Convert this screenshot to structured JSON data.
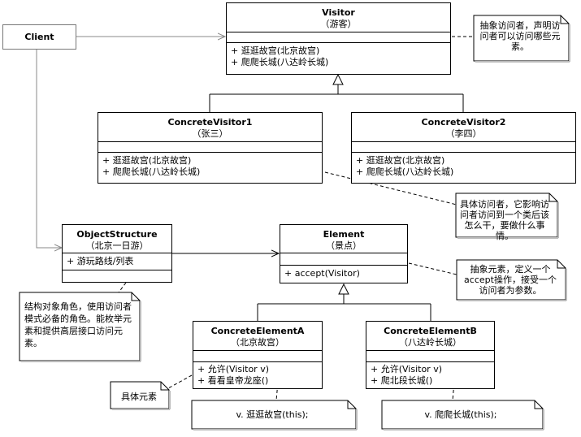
{
  "client": {
    "name": "Client"
  },
  "visitor": {
    "name": "Visitor",
    "sub": "（游客）",
    "ops": [
      "+ 逛逛故宫(北京故宫)",
      "+ 爬爬长城(八达岭长城)"
    ]
  },
  "cv1": {
    "name": "ConcreteVisitor1",
    "sub": "（张三）",
    "ops": [
      "+ 逛逛故宫(北京故宫)",
      "+ 爬爬长城(八达岭长城)"
    ]
  },
  "cv2": {
    "name": "ConcreteVisitor2",
    "sub": "（李四）",
    "ops": [
      "+ 逛逛故宫(北京故宫)",
      "+ 爬爬长城(八达岭长城)"
    ]
  },
  "os": {
    "name": "ObjectStructure",
    "sub": "（北京一日游）",
    "ops": [
      "+ 游玩路线/列表"
    ]
  },
  "element": {
    "name": "Element",
    "sub": "（景点）",
    "ops": [
      "+ accept(Visitor)"
    ]
  },
  "cea": {
    "name": "ConcreteElementA",
    "sub": "（北京故宫）",
    "ops": [
      "+ 允许(Visitor v)",
      "+ 看看皇帝龙座()"
    ]
  },
  "ceb": {
    "name": "ConcreteElementB",
    "sub": "（八达岭长城）",
    "ops": [
      "+ 允许(Visitor v)",
      "+ 爬北段长城()"
    ]
  },
  "notes": {
    "visitor": "抽象访问者，声明访问者可以访问哪些元素。",
    "concrete_visitor": "具体访问者，它影响访问者访问到一个类后该怎么干，要做什么事情。",
    "element": "抽象元素，定义一个accept操作，接受一个访问者为参数。",
    "object_structure": "结构对象角色，使用访问者模式必备的角色。能枚举元素和提供高层接口访问元素。",
    "concrete_element": "具体元素",
    "code_a": "v. 逛逛故宫(this);",
    "code_b": "v. 爬爬长城(this);"
  }
}
